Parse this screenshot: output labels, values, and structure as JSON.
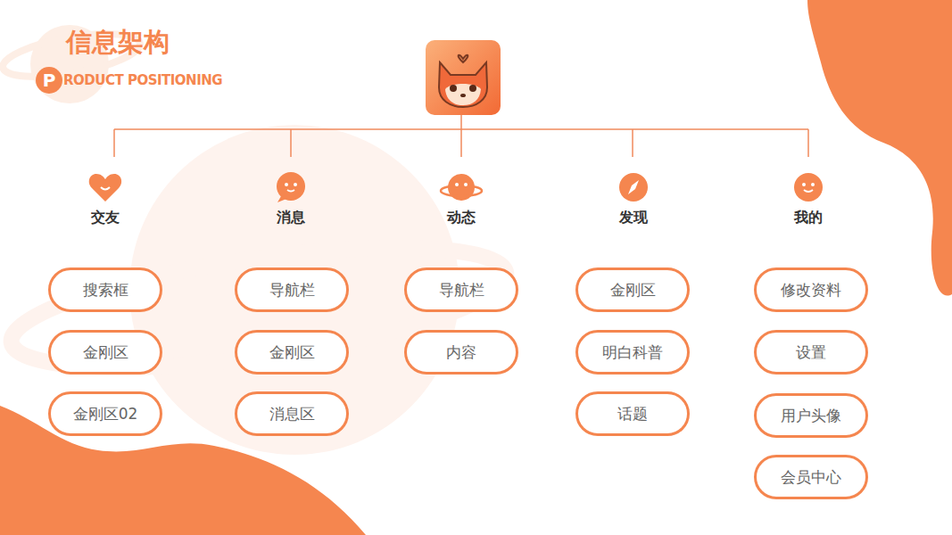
{
  "diagram": {
    "title": "信息架构",
    "nodes": [
      {
        "text": [
          "交友"
        ]
      },
      {
        "text": [
          "消息"
        ]
      },
      {
        "text": [
          "动态"
        ]
      },
      {
        "text": [
          "发现"
        ]
      },
      {
        "text": [
          "我的"
        ]
      },
      {
        "text": [
          "搜索框"
        ]
      },
      {
        "text": [
          "导航栏"
        ]
      },
      {
        "text": [
          "导航栏"
        ]
      },
      {
        "text": [
          "金刚区"
        ]
      },
      {
        "text": [
          "修改资料"
        ]
      },
      {
        "text": [
          "金刚区"
        ]
      },
      {
        "text": [
          "金刚区"
        ]
      },
      {
        "text": [
          "内容"
        ]
      },
      {
        "text": [
          "明白科普"
        ]
      },
      {
        "text": [
          "设置"
        ]
      },
      {
        "text": [
          "金刚区02"
        ]
      },
      {
        "text": [
          "消息区"
        ]
      },
      {
        "text": [
          "话题"
        ]
      },
      {
        "text": [
          "用户头像"
        ]
      },
      {
        "text": [
          "会员中心"
        ]
      }
    ],
    "labels": [
      "P",
      "RODUCT POSITIONING"
    ]
  }
}
